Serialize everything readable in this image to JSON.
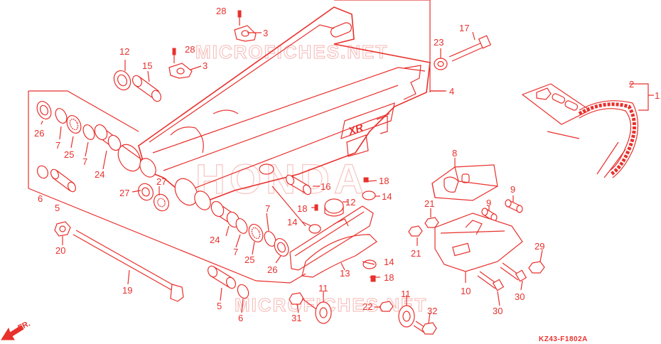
{
  "watermark": {
    "top": "MICROFICHES.NET",
    "center": "HONDA",
    "bottom": "MICROFICHES.NET"
  },
  "diagram_code": "KZ43-F1802A",
  "front_marker": "FR.",
  "callouts": [
    {
      "id": "c28a",
      "text": "28"
    },
    {
      "id": "c3a",
      "text": "3"
    },
    {
      "id": "c12a",
      "text": "12"
    },
    {
      "id": "c28b",
      "text": "28"
    },
    {
      "id": "c15",
      "text": "15"
    },
    {
      "id": "c3b",
      "text": "3"
    },
    {
      "id": "c23",
      "text": "23"
    },
    {
      "id": "c17",
      "text": "17"
    },
    {
      "id": "c4",
      "text": "4"
    },
    {
      "id": "c2",
      "text": "2"
    },
    {
      "id": "c1",
      "text": "1"
    },
    {
      "id": "c26a",
      "text": "26"
    },
    {
      "id": "c7a",
      "text": "7"
    },
    {
      "id": "c25a",
      "text": "25"
    },
    {
      "id": "c7b",
      "text": "7"
    },
    {
      "id": "c24a",
      "text": "24"
    },
    {
      "id": "c6a",
      "text": "6"
    },
    {
      "id": "c5a",
      "text": "5"
    },
    {
      "id": "c27a",
      "text": "27"
    },
    {
      "id": "c27b",
      "text": "27"
    },
    {
      "id": "c8",
      "text": "8"
    },
    {
      "id": "c18a",
      "text": "18"
    },
    {
      "id": "c16",
      "text": "16"
    },
    {
      "id": "c14a",
      "text": "14"
    },
    {
      "id": "c12b",
      "text": "12"
    },
    {
      "id": "c18b",
      "text": "18"
    },
    {
      "id": "c14b",
      "text": "14"
    },
    {
      "id": "c9a",
      "text": "9"
    },
    {
      "id": "c21a",
      "text": "21"
    },
    {
      "id": "c9b",
      "text": "9"
    },
    {
      "id": "c20",
      "text": "20"
    },
    {
      "id": "c24b",
      "text": "24"
    },
    {
      "id": "c7c",
      "text": "7"
    },
    {
      "id": "c7d",
      "text": "7"
    },
    {
      "id": "c25b",
      "text": "25"
    },
    {
      "id": "c26b",
      "text": "26"
    },
    {
      "id": "c21b",
      "text": "21"
    },
    {
      "id": "c29",
      "text": "29"
    },
    {
      "id": "c13",
      "text": "13"
    },
    {
      "id": "c14c",
      "text": "14"
    },
    {
      "id": "c18c",
      "text": "18"
    },
    {
      "id": "c19",
      "text": "19"
    },
    {
      "id": "c10",
      "text": "10"
    },
    {
      "id": "c30a",
      "text": "30"
    },
    {
      "id": "c5b",
      "text": "5"
    },
    {
      "id": "c11a",
      "text": "11"
    },
    {
      "id": "c11b",
      "text": "11"
    },
    {
      "id": "c22",
      "text": "22"
    },
    {
      "id": "c6b",
      "text": "6"
    },
    {
      "id": "c31",
      "text": "31"
    },
    {
      "id": "c32",
      "text": "32"
    },
    {
      "id": "c30b",
      "text": "30"
    }
  ],
  "colors": {
    "ink": "#e8302c",
    "watermark": "#f4b7b4",
    "background": "#ffffff"
  }
}
